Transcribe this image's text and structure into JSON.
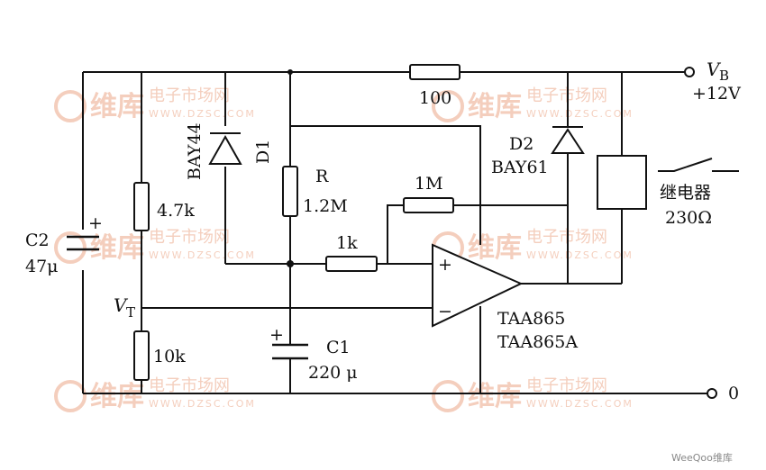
{
  "labels": {
    "r100": "100",
    "vb_letter": "V",
    "vb_sub": "B",
    "vb_value": "+12V",
    "d1_type": "BAY44",
    "d1_name": "D1",
    "d2_name": "D2",
    "d2_type": "BAY61",
    "r_name": "R",
    "r_value": "1.2M",
    "r_1m": "1M",
    "r_1k": "1k",
    "r_47k": "4.7k",
    "r_10k": "10k",
    "c2_name": "C2",
    "c2_value": "47μ",
    "c1_name": "C1",
    "c1_value": "220 μ",
    "vt_letter": "V",
    "vt_sub": "T",
    "ic1": "TAA865",
    "ic2": "TAA865A",
    "relay_name": "继电器",
    "relay_value": "230Ω",
    "ground": "0",
    "plus": "+",
    "minus": "−"
  },
  "watermark": {
    "brand": "维库",
    "market": "电子市场网",
    "url": "WWW.DZSC.COM"
  },
  "credit": "WeeQoo维库"
}
